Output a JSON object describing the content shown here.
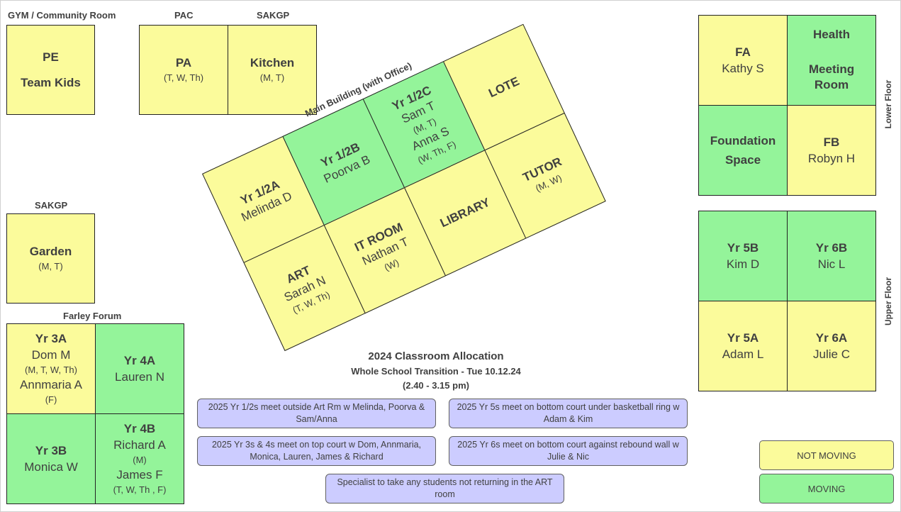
{
  "labels": {
    "gym": "GYM / Community Room",
    "pac": "PAC",
    "sakgp_top": "SAKGP",
    "sakgp_mid": "SAKGP",
    "farley": "Farley Forum",
    "main_building": "Main Building (with Office)",
    "lower_floor": "Lower Floor",
    "upper_floor": "Upper Floor"
  },
  "rooms": {
    "pe": {
      "title": "PE",
      "title2": "Team Kids"
    },
    "pa": {
      "title": "PA",
      "days": "(T, W, Th)"
    },
    "kitchen": {
      "title": "Kitchen",
      "days": "(M, T)"
    },
    "garden": {
      "title": "Garden",
      "days": "(M, T)"
    },
    "yr3a": {
      "title": "Yr 3A",
      "teacher1": "Dom M",
      "days1": "(M, T, W, Th)",
      "teacher2": "Annmaria A",
      "days2": "(F)"
    },
    "yr4a": {
      "title": "Yr 4A",
      "teacher": "Lauren N"
    },
    "yr3b": {
      "title": "Yr 3B",
      "teacher": "Monica W"
    },
    "yr4b": {
      "title": "Yr 4B",
      "teacher1": "Richard A",
      "days1": "(M)",
      "teacher2": "James F",
      "days2": "(T, W, Th , F)"
    },
    "yr12a": {
      "title": "Yr 1/2A",
      "teacher": "Melinda D"
    },
    "yr12b": {
      "title": "Yr 1/2B",
      "teacher": "Poorva B"
    },
    "yr12c": {
      "title": "Yr 1/2C",
      "teacher1": "Sam T",
      "days1": "(M, T)",
      "teacher2": "Anna S",
      "days2": "(W, Th, F)"
    },
    "lote": {
      "title": "LOTE"
    },
    "art": {
      "title": "ART",
      "teacher": "Sarah N",
      "days": "(T, W, Th)"
    },
    "itroom": {
      "title": "IT ROOM",
      "teacher": "Nathan T",
      "days": "(W)"
    },
    "library": {
      "title": "LIBRARY"
    },
    "tutor": {
      "title": "TUTOR",
      "days": "(M, W)"
    },
    "fa": {
      "title": "FA",
      "teacher": "Kathy S"
    },
    "health": {
      "title": "Health",
      "title2": "Meeting",
      "title3": "Room"
    },
    "foundation": {
      "title": "Foundation",
      "title2": "Space"
    },
    "fb": {
      "title": "FB",
      "teacher": "Robyn H"
    },
    "yr5b": {
      "title": "Yr 5B",
      "teacher": "Kim D"
    },
    "yr6b": {
      "title": "Yr 6B",
      "teacher": "Nic L"
    },
    "yr5a": {
      "title": "Yr 5A",
      "teacher": "Adam L"
    },
    "yr6a": {
      "title": "Yr 6A",
      "teacher": "Julie C"
    }
  },
  "heading": {
    "title": "2024 Classroom Allocation",
    "subtitle": "Whole School Transition - Tue 10.12.24",
    "time": "(2.40 - 3.15 pm)"
  },
  "notes": {
    "n1": "2025 Yr 1/2s meet outside Art Rm w Melinda, Poorva & Sam/Anna",
    "n2": "2025 Yr 5s meet on bottom court under basketball ring w Adam & Kim",
    "n3": "2025 Yr 3s & 4s meet on top court w Dom, Annmaria, Monica, Lauren, James & Richard",
    "n4": "2025 Yr 6s meet on bottom court against rebound wall w Julie & Nic",
    "n5": "Specialist to take any students not returning in the ART room"
  },
  "legend": {
    "not_moving": "NOT MOVING",
    "moving": "MOVING"
  },
  "colors": {
    "not_moving": "#fbfb9b",
    "moving": "#94f49a",
    "note": "#ccccff"
  }
}
